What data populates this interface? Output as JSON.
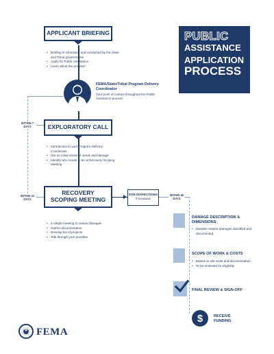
{
  "title": {
    "line1": "PUBLIC",
    "line2": "ASSISTANCE",
    "line3": "APPLICATION",
    "line4": "PROCESS"
  },
  "briefing": {
    "label": "APPLICANT BRIEFING",
    "bullets": [
      "Briefing is scheduled and conducted by the State and Tribal governments",
      "Apply for Public Assistance",
      "Learn about the program"
    ]
  },
  "coordinator": {
    "title": "FEMA/State/Tribal Program Delivery Coordinator",
    "desc": "Your point of contact throughout the Public Assistance process"
  },
  "exploratory": {
    "label": "EXPLORATORY CALL",
    "within": "WITHIN 7 DAYS",
    "bullets": [
      "Introduction to your Program Delivery Coordinator",
      "Get an initial sense of needs and damage",
      "Identify who needs to be at Recovery Scoping Meeting"
    ]
  },
  "scoping": {
    "label": "RECOVERY SCOPING MEETING",
    "within": "WITHIN 21 DAYS",
    "bullets": [
      "In-depth meeting to review damages",
      "Gather documentation",
      "Develop list of projects",
      "Talk through your priorities"
    ]
  },
  "site": {
    "label": "SITE INSPECTIONS",
    "sub": "if necessary",
    "within": "WITHIN 60 DAYS"
  },
  "steps": [
    {
      "title": "DAMAGE DESCRIPTION & DIMENSIONS",
      "bullets": [
        "Disaster-related damages identified and documented"
      ]
    },
    {
      "title": "SCOPE OF WORK & COSTS",
      "bullets": [
        "Based on site visits and documentation",
        "To be reviewed for eligibility"
      ]
    },
    {
      "title": "FINAL REVIEW & SIGN-OFF",
      "bullets": []
    },
    {
      "title": "RECEIVE FUNDING",
      "bullets": []
    }
  ],
  "footer": {
    "logo_text": "FEMA"
  },
  "colors": {
    "navy": "#1f3a68",
    "light_blue": "#a9bfde",
    "white": "#ffffff"
  },
  "icons": [
    "person-icon",
    "document-stack-icon",
    "checkmark-icon",
    "dollar-icon",
    "dhs-seal-icon"
  ]
}
